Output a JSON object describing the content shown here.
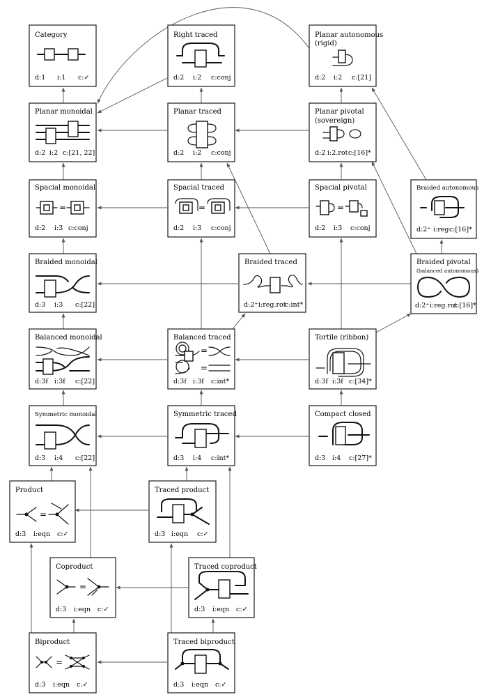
{
  "nodes": {
    "category": {
      "title": "Category",
      "d": "d:1",
      "i": "i:1",
      "c": "c:✓"
    },
    "right_traced": {
      "title": "Right traced",
      "d": "d:2",
      "i": "i:2",
      "c": "c:conj"
    },
    "planar_autonomous": {
      "title": "Planar autonomous",
      "subtitle": "(rigid)",
      "d": "d:2",
      "i": "i:2",
      "c": "c:[21]"
    },
    "planar_monoidal": {
      "title": "Planar monoidal",
      "d": "d:2",
      "i": "i:2",
      "c": "c:[21, 22]"
    },
    "planar_traced": {
      "title": "Planar traced",
      "d": "d:2",
      "i": "i:2",
      "c": "c:conj"
    },
    "planar_pivotal": {
      "title": "Planar pivotal",
      "subtitle": "(sovereign)",
      "d": "d:2",
      "i": "i:2.rot",
      "c": "c:[16]*"
    },
    "spacial_monoidal": {
      "title": "Spacial monoidal",
      "d": "d:2",
      "i": "i:3",
      "c": "c:conj"
    },
    "spacial_traced": {
      "title": "Spacial traced",
      "d": "d:2",
      "i": "i:3",
      "c": "c:conj"
    },
    "spacial_pivotal": {
      "title": "Spacial pivotal",
      "d": "d:2",
      "i": "i:3",
      "c": "c:conj"
    },
    "braided_autonomous": {
      "title": "Braided autonomous",
      "d": "d:2⁺",
      "i": "i:reg",
      "c": "c:[16]*"
    },
    "braided_monoidal": {
      "title": "Braided monoidal",
      "d": "d:3",
      "i": "i:3",
      "c": "c:[22]"
    },
    "braided_traced": {
      "title": "Braided traced",
      "d": "d:2⁺",
      "i": "i:reg.rot",
      "c": "c:int*"
    },
    "braided_pivotal": {
      "title": "Braided pivotal",
      "subtitle": "(balanced autonomous)",
      "d": "d:2⁺",
      "i": "i:reg.rot",
      "c": "c:[16]*"
    },
    "balanced_monoidal": {
      "title": "Balanced monoidal",
      "d": "d:3f",
      "i": "i:3f",
      "c": "c:[22]"
    },
    "balanced_traced": {
      "title": "Balanced traced",
      "d": "d:3f",
      "i": "i:3f",
      "c": "c:int*"
    },
    "tortile": {
      "title": "Tortile (ribbon)",
      "d": "d:3f",
      "i": "i:3f",
      "c": "c:[34]*"
    },
    "symmetric_monoidal": {
      "title": "Symmetric monoidal",
      "d": "d:3",
      "i": "i:4",
      "c": "c:[22]"
    },
    "symmetric_traced": {
      "title": "Symmetric traced",
      "d": "d:3",
      "i": "i:4",
      "c": "c:int*"
    },
    "compact_closed": {
      "title": "Compact closed",
      "d": "d:3",
      "i": "i:4",
      "c": "c:[27]*"
    },
    "product": {
      "title": "Product",
      "d": "d:3",
      "i": "i:eqn",
      "c": "c:✓"
    },
    "traced_product": {
      "title": "Traced product",
      "d": "d:3",
      "i": "i:eqn",
      "c": "c:✓"
    },
    "coproduct": {
      "title": "Coproduct",
      "d": "d:3",
      "i": "i:eqn",
      "c": "c:✓"
    },
    "traced_coproduct": {
      "title": "Traced coproduct",
      "d": "d:3",
      "i": "i:eqn",
      "c": "c:✓"
    },
    "biproduct": {
      "title": "Biproduct",
      "d": "d:3",
      "i": "i:eqn",
      "c": "c:✓"
    },
    "traced_biproduct": {
      "title": "Traced biproduct",
      "d": "d:3",
      "i": "i:eqn",
      "c": "c:✓"
    }
  },
  "equals_sign": "="
}
